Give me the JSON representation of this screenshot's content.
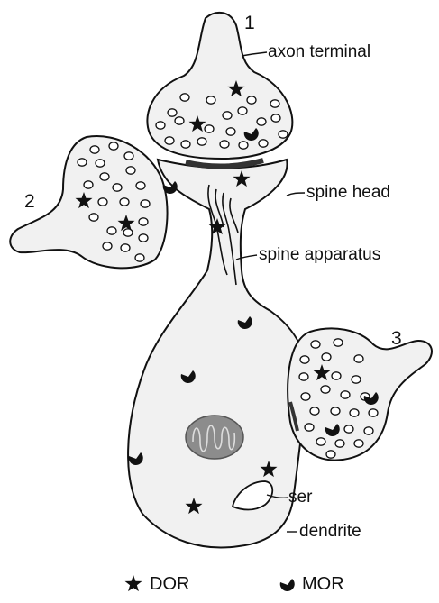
{
  "terminals": {
    "t1": "1",
    "t2": "2",
    "t3": "3"
  },
  "labels": {
    "axon_terminal": "axon terminal",
    "spine_head": "spine head",
    "spine_apparatus": "spine apparatus",
    "ser": "ser",
    "dendrite": "dendrite"
  },
  "legend": {
    "dor": "DOR",
    "mor": "MOR"
  },
  "colors": {
    "cell_fill": "#f1f1f1",
    "outline": "#111111",
    "nucleus": "#8c8c8c",
    "marker": "#111111",
    "synapse": "#333333"
  }
}
